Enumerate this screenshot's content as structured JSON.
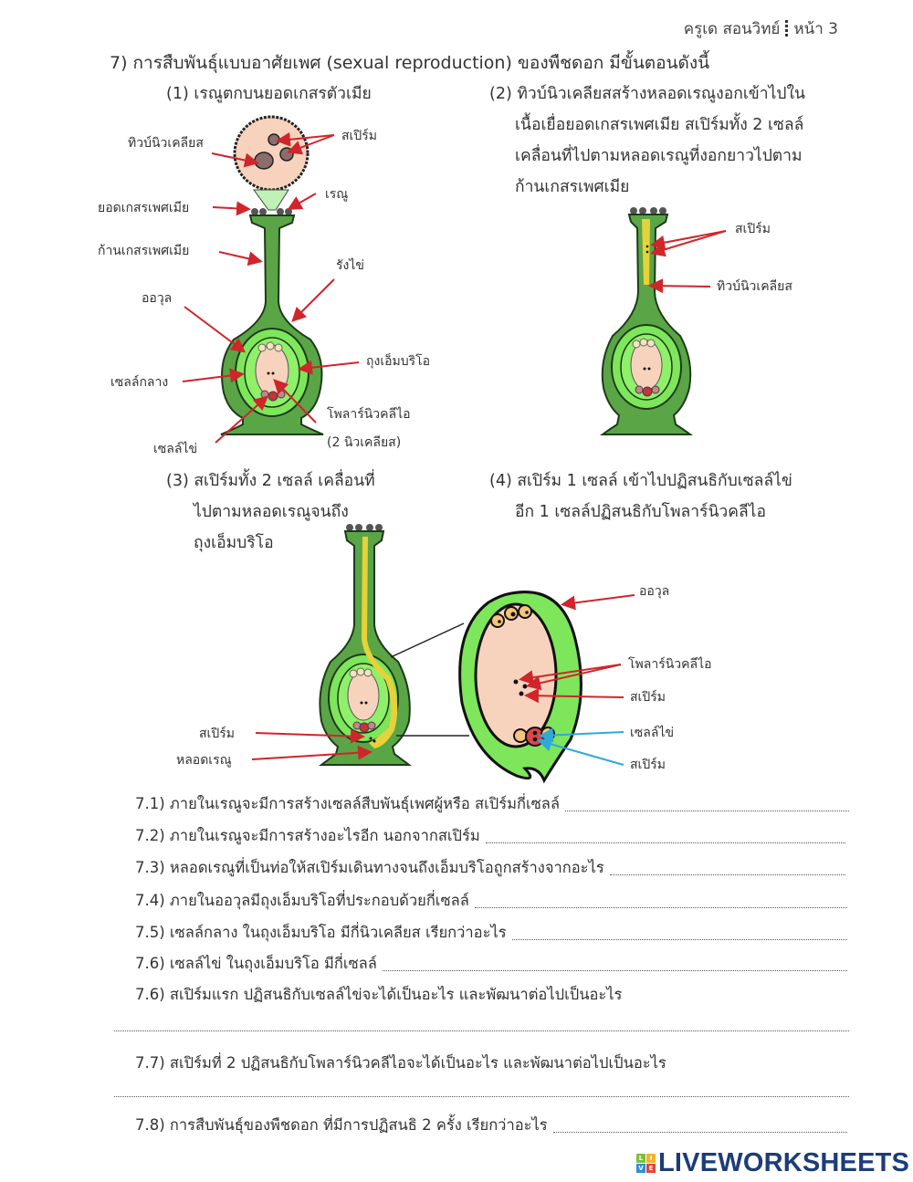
{
  "header": {
    "author": "ครูเด สอนวิทย์",
    "page": "หน้า 3"
  },
  "title": "7) การสืบพันธุ์แบบอาศัยเพศ (sexual reproduction) ของพืชดอก มีขั้นตอนดังนี้",
  "steps": [
    {
      "lines": [
        "(1) เรณูตกบนยอดเกสรตัวเมีย"
      ]
    },
    {
      "lines": [
        "(2) ทิวบ์นิวเคลียสสร้างหลอดเรณูงอกเข้าไปใน",
        "เนื้อเยื่อยอดเกสรเพศเมีย สเปิร์มทั้ง 2 เซลล์",
        "เคลื่อนที่ไปตามหลอดเรณูที่งอกยาวไปตาม",
        "ก้านเกสรเพศเมีย"
      ]
    },
    {
      "lines": [
        "(3) สเปิร์มทั้ง 2 เซลล์ เคลื่อนที่",
        "ไปตามหลอดเรณูจนถึง",
        "ถุงเอ็มบริโอ"
      ]
    },
    {
      "lines": [
        "(4) สเปิร์ม 1 เซลล์ เข้าไปปฏิสนธิกับเซลล์ไข่",
        "อีก 1 เซลล์ปฏิสนธิกับโพลาร์นิวคลีไอ"
      ]
    }
  ],
  "diagram1": {
    "labels": {
      "tube_nucleus": "ทิวบ์นิวเคลียส",
      "sperm": "สเปิร์ม",
      "pollen": "เรณู",
      "stigma": "ยอดเกสรเพศเมีย",
      "style": "ก้านเกสรเพศเมีย",
      "ovary": "รังไข่",
      "ovule": "ออวุล",
      "embryo_sac": "ถุงเอ็มบริโอ",
      "central_cell": "เซลล์กลาง",
      "polar_nuclei": "โพลาร์นิวคลีไอ",
      "polar_nuclei_note": "(2 นิวเคลียส)",
      "egg_cell": "เซลล์ไข่"
    }
  },
  "diagram2": {
    "labels": {
      "sperm": "สเปิร์ม",
      "tube_nucleus": "ทิวบ์นิวเคลียส"
    }
  },
  "diagram3": {
    "labels": {
      "sperm": "สเปิร์ม",
      "pollen_tube": "หลอดเรณู"
    }
  },
  "diagram4": {
    "labels": {
      "ovule": "ออวุล",
      "polar_nuclei": "โพลาร์นิวคลีไอ",
      "sperm_1": "สเปิร์ม",
      "egg_cell": "เซลล์ไข่",
      "sperm_2": "สเปิร์ม"
    }
  },
  "questions": [
    {
      "id": "7.1",
      "text": "7.1) ภายในเรณูจะมีการสร้างเซลล์สืบพันธุ์เพศผู้หรือ สเปิร์มกี่เซลล์",
      "answer": ""
    },
    {
      "id": "7.2",
      "text": "7.2) ภายในเรณูจะมีการสร้างอะไรอีก นอกจากสเปิร์ม",
      "answer": ""
    },
    {
      "id": "7.3",
      "text": "7.3) หลอดเรณูที่เป็นท่อให้สเปิร์มเดินทางจนถึงเอ็มบริโอถูกสร้างจากอะไร",
      "answer": ""
    },
    {
      "id": "7.4",
      "text": "7.4) ภายในออวุลมีถุงเอ็มบริโอที่ประกอบด้วยกี่เซลล์",
      "answer": ""
    },
    {
      "id": "7.5",
      "text": "7.5) เซลล์กลาง ในถุงเอ็มบริโอ มีกี่นิวเคลียส เรียกว่าอะไร",
      "answer": ""
    },
    {
      "id": "7.6a",
      "text": "7.6) เซลล์ไข่ ในถุงเอ็มบริโอ มีกี่เซลล์",
      "answer": ""
    },
    {
      "id": "7.6b",
      "text": "7.6) สเปิร์มแรก ปฏิสนธิกับเซลล์ไข่จะได้เป็นอะไร และพัฒนาต่อไปเป็นอะไร",
      "answer": ""
    },
    {
      "id": "7.7",
      "text": "7.7) สเปิร์มที่ 2 ปฏิสนธิกับโพลาร์นิวคลีไอจะได้เป็นอะไร และพัฒนาต่อไปเป็นอะไร",
      "answer": ""
    },
    {
      "id": "7.8",
      "text": "7.8) การสืบพันธุ์ของพืชดอก ที่มีการปฏิสนธิ 2 ครั้ง เรียกว่าอะไร",
      "answer": ""
    }
  ],
  "branding": {
    "logo_letters": [
      "L",
      "I",
      "V",
      "E"
    ],
    "logo_text": "LIVEWORKSHEETS"
  },
  "colors": {
    "pistil_green": "#5aa546",
    "inner_green": "#7ee65a",
    "embryo_sac": "#f7d3be",
    "pollen_tube": "#e6d23a",
    "arrow_red": "#d0252a",
    "arrow_blue": "#2fa9d8",
    "egg_red": "#d9474a",
    "logo_blue": "#1d3c78"
  }
}
